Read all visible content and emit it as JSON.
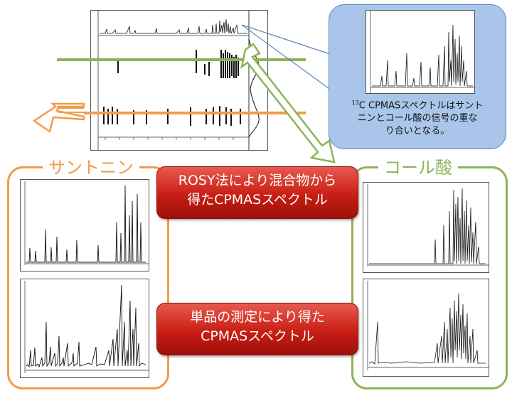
{
  "groups": {
    "santonin_title": "サントニン",
    "cholic_title": "コール酸"
  },
  "labels": {
    "rosy_line1": "ROSY法により混合物から",
    "rosy_line2": "得たCPMASスペクトル",
    "single_line1": "単品の測定により得た",
    "single_line2": "CPMASスペクトル"
  },
  "callout": {
    "sup": "13",
    "text_line1": "C CPMASスペクトルはサント",
    "text_line2": "ニンとコール酸の信号の重な",
    "text_line3": "り合いとなる。"
  },
  "colors": {
    "green": "#8db356",
    "orange": "#f39a4a",
    "callout_fill": "#a9c6ea",
    "callout_stroke": "#5a86c0",
    "red": "#c81e14"
  }
}
